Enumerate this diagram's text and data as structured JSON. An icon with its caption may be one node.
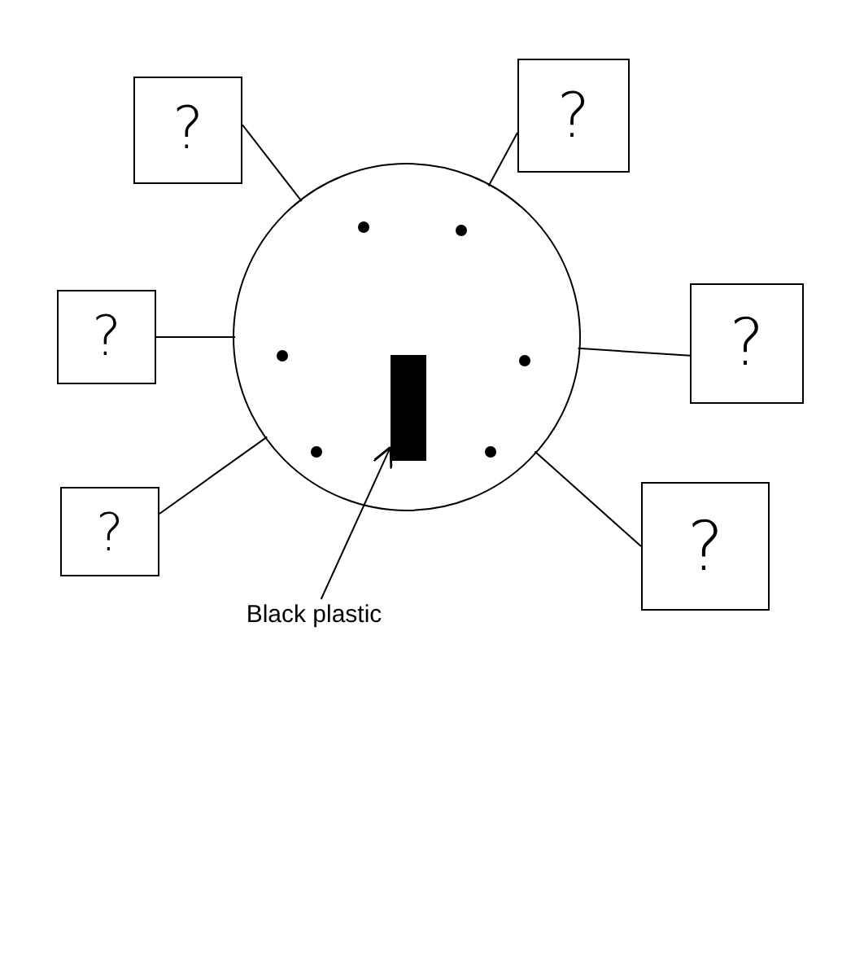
{
  "diagram": {
    "nodes": [
      {
        "text": [],
        "shape": "circle"
      },
      {
        "text": [
          "?"
        ]
      },
      {
        "text": [
          "?"
        ]
      },
      {
        "text": [
          "?"
        ]
      },
      {
        "text": [
          "?"
        ]
      },
      {
        "text": [
          "?"
        ]
      },
      {
        "text": [
          "?"
        ]
      },
      {
        "text": [],
        "shape": "bar",
        "in": 0
      },
      {
        "text": [
          "Black plastic"
        ]
      }
    ],
    "edges": [
      {
        "from": 1,
        "to": 0,
        "arrow": "none"
      },
      {
        "from": 2,
        "to": 0,
        "arrow": "none"
      },
      {
        "from": 3,
        "to": 0,
        "arrow": "none"
      },
      {
        "from": 4,
        "to": 0,
        "arrow": "none"
      },
      {
        "from": 5,
        "to": 0,
        "arrow": "none"
      },
      {
        "from": 6,
        "to": 0,
        "arrow": "none"
      },
      {
        "from": 8,
        "to": 7,
        "arrow": "to"
      }
    ]
  }
}
